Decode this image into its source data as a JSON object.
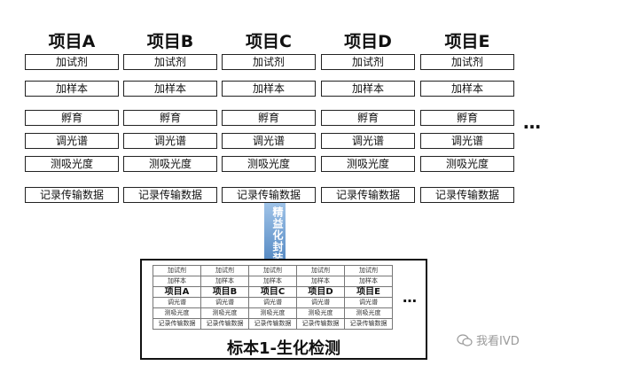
{
  "projects": [
    {
      "title": "项目A"
    },
    {
      "title": "项目B"
    },
    {
      "title": "项目C"
    },
    {
      "title": "项目D"
    },
    {
      "title": "项目E"
    }
  ],
  "steps": [
    "加试剂",
    "加样本",
    "孵育",
    "调光谱",
    "测吸光度",
    "记录传输数据"
  ],
  "ellipsis": "…",
  "arrow_label": "精益化封装",
  "mini_table": {
    "rows": [
      [
        "加试剂",
        "加试剂",
        "加试剂",
        "加试剂",
        "加试剂"
      ],
      [
        "加样本",
        "加样本",
        "加样本",
        "加样本",
        "加样本"
      ],
      [
        "项目A",
        "项目B",
        "项目C",
        "项目D",
        "项目E"
      ],
      [
        "调光谱",
        "调光谱",
        "调光谱",
        "调光谱",
        "调光谱"
      ],
      [
        "测吸光度",
        "测吸光度",
        "测吸光度",
        "测吸光度",
        "测吸光度"
      ],
      [
        "记录传输数据",
        "记录传输数据",
        "记录传输数据",
        "记录传输数据",
        "记录传输数据"
      ]
    ]
  },
  "sample_title": "标本1-生化检测",
  "watermark": "我看IVD",
  "colors": {
    "arrow_top": "#9fc3e8",
    "arrow_bottom": "#3f78b8",
    "border": "#222222"
  }
}
